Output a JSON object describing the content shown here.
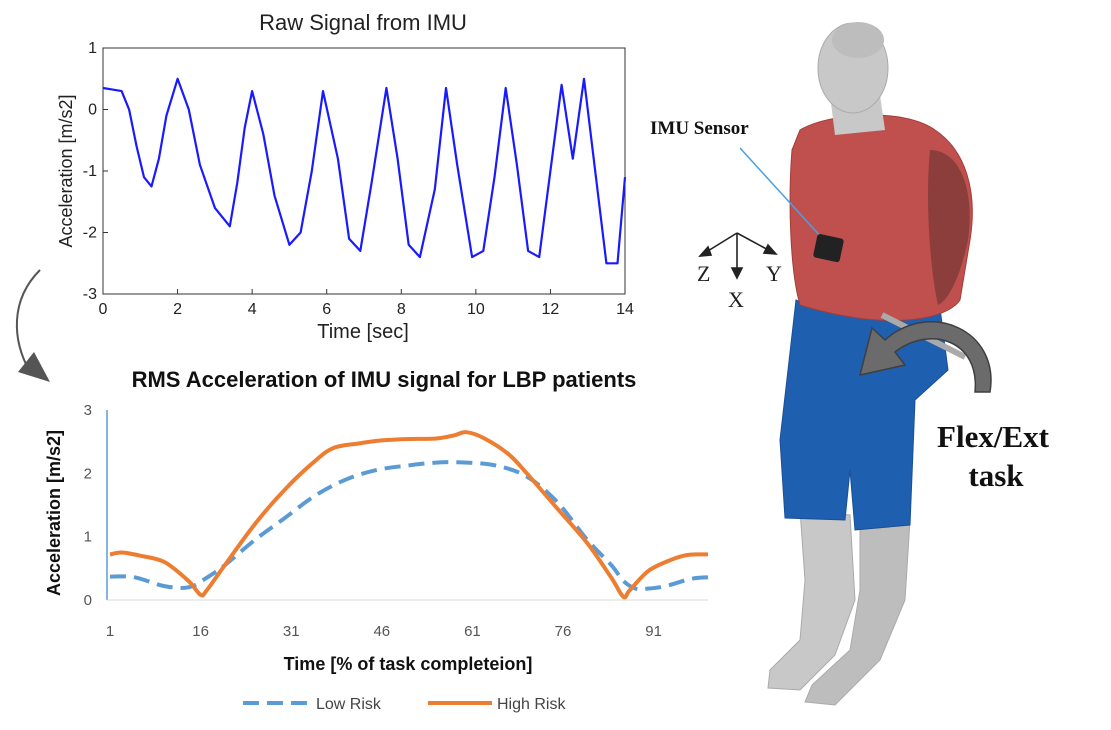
{
  "figure": {
    "sensor_label": "IMU Sensor",
    "task_label_line1": "Flex/Ext",
    "task_label_line2": "task",
    "axes_labels": {
      "z": "Z",
      "x": "X",
      "y": "Y"
    },
    "colors": {
      "raw_signal": "#1a1aff",
      "low_risk": "#5b9bd5",
      "high_risk": "#ed7d31",
      "shirt": "#c0504d",
      "shorts": "#1f5fb0",
      "skin": "#c8c8c8",
      "sensor": "#222222",
      "arrow": "#555555"
    }
  },
  "chart_data": [
    {
      "type": "line",
      "title": "Raw Signal from IMU",
      "xlabel": "Time [sec]",
      "ylabel": "Acceleration [m/s2]",
      "xlim": [
        0,
        14
      ],
      "ylim": [
        -3,
        1
      ],
      "xticks": [
        "0",
        "2",
        "4",
        "6",
        "8",
        "10",
        "12",
        "14"
      ],
      "yticks": [
        "1",
        "0",
        "-1",
        "-2",
        "-3"
      ],
      "grid": false,
      "series": [
        {
          "color": "#1a1aff",
          "x": [
            0,
            0.3,
            0.5,
            0.7,
            0.9,
            1.1,
            1.3,
            1.5,
            1.7,
            2.0,
            2.3,
            2.6,
            3.0,
            3.4,
            3.6,
            3.8,
            4.0,
            4.3,
            4.6,
            5.0,
            5.3,
            5.6,
            5.9,
            6.3,
            6.6,
            6.9,
            7.2,
            7.6,
            7.9,
            8.2,
            8.5,
            8.9,
            9.2,
            9.5,
            9.9,
            10.2,
            10.5,
            10.8,
            11.1,
            11.4,
            11.7,
            12.0,
            12.3,
            12.6,
            12.9,
            13.2,
            13.5,
            13.8,
            14.0
          ],
          "y": [
            0.35,
            0.32,
            0.3,
            0.0,
            -0.6,
            -1.1,
            -1.25,
            -0.8,
            -0.1,
            0.5,
            0.0,
            -0.9,
            -1.6,
            -1.9,
            -1.2,
            -0.3,
            0.3,
            -0.4,
            -1.4,
            -2.2,
            -2.0,
            -1.0,
            0.3,
            -0.8,
            -2.1,
            -2.3,
            -1.2,
            0.35,
            -0.8,
            -2.2,
            -2.4,
            -1.3,
            0.35,
            -0.9,
            -2.4,
            -2.3,
            -1.1,
            0.35,
            -0.9,
            -2.3,
            -2.4,
            -1.0,
            0.4,
            -0.8,
            0.5,
            -1.0,
            -2.5,
            -2.5,
            -1.1
          ]
        }
      ]
    },
    {
      "type": "line",
      "title": "RMS Acceleration of IMU signal for LBP patients",
      "xlabel": "Time [% of task completeion]",
      "ylabel": "Acceleration [m/s2]",
      "xlim": [
        1,
        100
      ],
      "ylim": [
        0,
        3
      ],
      "xticks": [
        "1",
        "16",
        "31",
        "46",
        "61",
        "76",
        "91"
      ],
      "yticks": [
        "0",
        "1",
        "2",
        "3"
      ],
      "grid": false,
      "legend": "bottom",
      "series": [
        {
          "name": "Low Risk",
          "style": "dashed",
          "color": "#5b9bd5",
          "x": [
            1,
            5,
            10,
            14,
            17,
            20,
            25,
            30,
            35,
            40,
            45,
            50,
            55,
            60,
            65,
            70,
            75,
            80,
            84,
            86,
            88,
            90,
            93,
            97,
            100
          ],
          "y": [
            0.37,
            0.36,
            0.22,
            0.2,
            0.35,
            0.55,
            0.95,
            1.3,
            1.65,
            1.9,
            2.05,
            2.12,
            2.17,
            2.17,
            2.12,
            1.95,
            1.55,
            0.95,
            0.55,
            0.3,
            0.18,
            0.18,
            0.22,
            0.33,
            0.36
          ]
        },
        {
          "name": "High Risk",
          "style": "solid",
          "color": "#ed7d31",
          "x": [
            1,
            3,
            6,
            10,
            14,
            16,
            17,
            20,
            25,
            30,
            35,
            38,
            42,
            46,
            50,
            55,
            58,
            60,
            63,
            67,
            70,
            75,
            80,
            84,
            86,
            87,
            90,
            93,
            96,
            98,
            100
          ],
          "y": [
            0.72,
            0.75,
            0.7,
            0.6,
            0.3,
            0.08,
            0.15,
            0.55,
            1.2,
            1.75,
            2.2,
            2.4,
            2.47,
            2.52,
            2.54,
            2.55,
            2.6,
            2.65,
            2.55,
            2.3,
            2.0,
            1.45,
            0.9,
            0.35,
            0.05,
            0.15,
            0.45,
            0.6,
            0.7,
            0.72,
            0.72
          ]
        }
      ]
    }
  ]
}
